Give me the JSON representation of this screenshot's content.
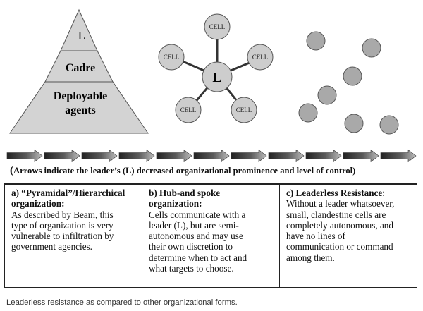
{
  "pyramid": {
    "top_label": "L",
    "middle_label": "Cadre",
    "bottom_label_line1": "Deployable",
    "bottom_label_line2": "agents"
  },
  "hub": {
    "center_label": "L",
    "cell_label": "CELL"
  },
  "arrows_note": {
    "open_paren": "(",
    "text": "Arrows indicate the leader’s (L) decreased organizational prominence and level of control)"
  },
  "boxes": [
    {
      "title": "a) “Pyramidal”/Hierarchical organization:",
      "title_suffix": "",
      "lines": [
        "As described by Beam, this",
        "type of organization is very",
        "vulnerable to infiltration by",
        "government agencies."
      ]
    },
    {
      "title": "b) Hub-and spoke organization:",
      "title_suffix": "",
      "lines": [
        "Cells communicate with a",
        "leader (L), but are semi-",
        "autonomous and may use",
        "their own discretion to",
        "determine when to act and",
        "what targets to choose."
      ]
    },
    {
      "title": "c) Leaderless Resistance",
      "title_suffix": ":",
      "lines": [
        "Without a leader whatsoever,",
        "small, clandestine cells are",
        "completely autonomous, and",
        "have no lines of",
        "communication or command",
        "among them."
      ]
    }
  ],
  "footer_caption": "Leaderless resistance as compared to other organizational forms."
}
